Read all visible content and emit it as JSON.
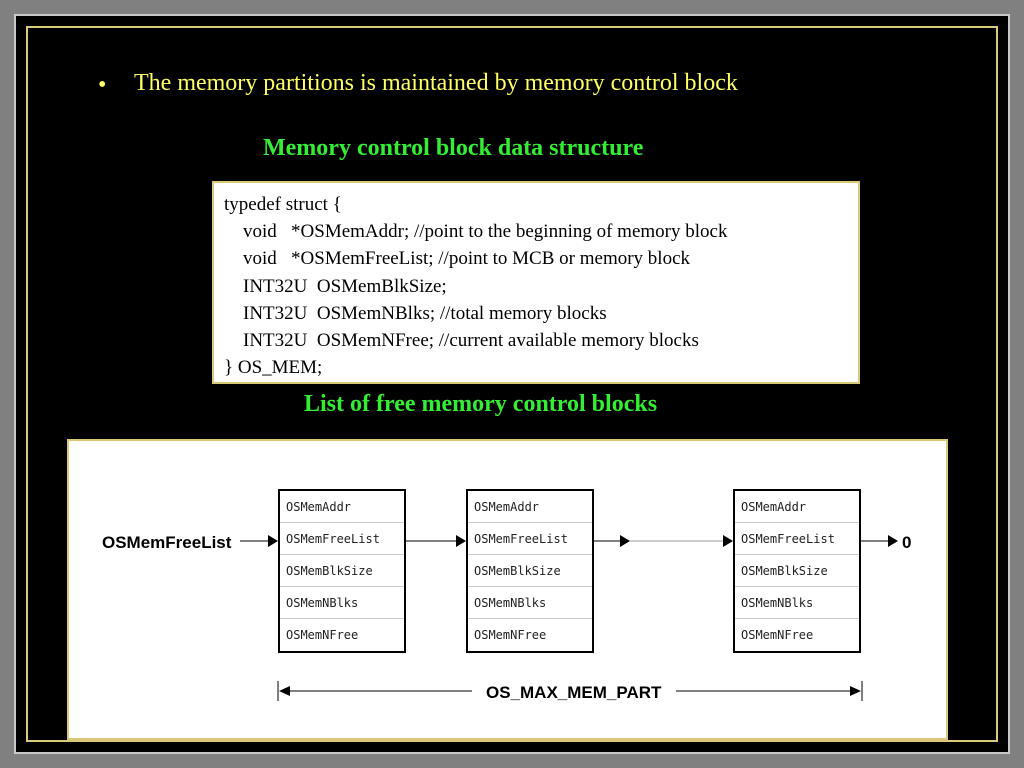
{
  "bullet": {
    "symbol": "•",
    "text": "The memory partitions is maintained by memory control block"
  },
  "code_section": {
    "heading": "Memory control block data structure",
    "lines": [
      "typedef struct {",
      "    void   *OSMemAddr; //point to the beginning of memory block",
      "    void   *OSMemFreeList; //point to MCB or memory block",
      "    INT32U  OSMemBlkSize;",
      "    INT32U  OSMemNBlks; //total memory blocks",
      "    INT32U  OSMemNFree; //current available memory blocks",
      "} OS_MEM;"
    ]
  },
  "list_section": {
    "heading": "List of free memory control blocks",
    "free_list_label": "OSMemFreeList",
    "terminator_label": "0",
    "span_label": "OS_MAX_MEM_PART",
    "blocks": [
      {
        "fields": [
          "OSMemAddr",
          "OSMemFreeList",
          "OSMemBlkSize",
          "OSMemNBlks",
          "OSMemNFree"
        ]
      },
      {
        "fields": [
          "OSMemAddr",
          "OSMemFreeList",
          "OSMemBlkSize",
          "OSMemNBlks",
          "OSMemNFree"
        ]
      },
      {
        "fields": [
          "OSMemAddr",
          "OSMemFreeList",
          "OSMemBlkSize",
          "OSMemNBlks",
          "OSMemNFree"
        ]
      }
    ]
  },
  "colors": {
    "background": "#000000",
    "bullet_text": "#ffff66",
    "heading": "#33ee33",
    "frame": "#d8c878"
  }
}
